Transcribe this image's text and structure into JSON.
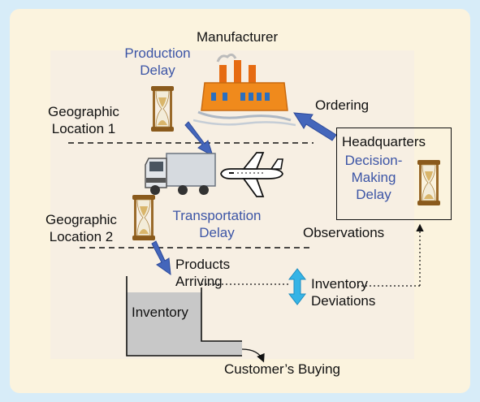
{
  "manufacturer": "Manufacturer",
  "production_delay": [
    "Production",
    "Delay"
  ],
  "ordering": "Ordering",
  "geo1": [
    "Geographic",
    "Location 1"
  ],
  "headquarters": "Headquarters",
  "decision_delay": [
    "Decision-",
    "Making",
    "Delay"
  ],
  "geo2": [
    "Geographic",
    "Location 2"
  ],
  "transport_delay": [
    "Transportation",
    "Delay"
  ],
  "observations": "Observations",
  "products_arriving": [
    "Products",
    "Arriving"
  ],
  "inventory_deviations": [
    "Inventory",
    "Deviations"
  ],
  "inventory": "Inventory",
  "customers_buying": "Customer’s Buying",
  "colors": {
    "frame": "#d7ecf8",
    "panel": "#fbf3de",
    "blue_text": "#3c55a6",
    "arrow_blue": "#4466bb",
    "factory_orange": "#f08a1c",
    "inventory_gray": "#c8c8c8",
    "cyan_arrow": "#35b4e6"
  }
}
